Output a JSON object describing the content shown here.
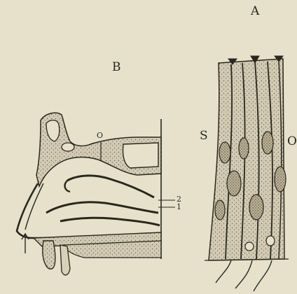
{
  "figure": {
    "panel_a_label": "A",
    "panel_b_label": "B",
    "label_s": "S",
    "label_o_right": "O",
    "label_o_nasal": "O",
    "label_2": "2",
    "label_1": "1"
  },
  "colors": {
    "background": "#e7e1cc",
    "ink": "#2b261d",
    "tissue_fill": "#d2cab3",
    "cell_fill": "#c4bba2"
  }
}
